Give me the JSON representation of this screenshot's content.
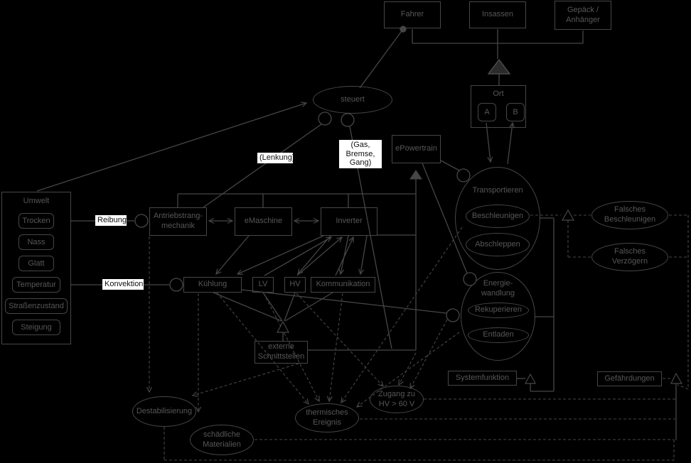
{
  "colors": {
    "background": "#000000",
    "line": "#464646",
    "node_text": "#575757",
    "edge_label_bg": "#ffffff",
    "edge_label_text": "#111111"
  },
  "actors": {
    "fahrer": "Fahrer",
    "insassen": "Insassen",
    "gepaeck_anhaenger": [
      "Gepäck /",
      "Anhänger"
    ]
  },
  "ort": {
    "title": "Ort",
    "option_a": "A",
    "option_b": "B"
  },
  "umwelt": {
    "title": "Umwelt",
    "conditions": [
      "Trocken",
      "Nass",
      "Glatt",
      "Temperatur",
      "Straßenzustand",
      "Steigung"
    ]
  },
  "system": {
    "epowertrain": "ePowertrain",
    "antriebsstrangmechanik": [
      "Antriebstrang-",
      "mechanik"
    ],
    "emaschine": "eMaschine",
    "inverter": "Inverter",
    "kuehlung": "Kühlung",
    "lv": "LV",
    "hv": "HV",
    "kommunikation": "Kommunikation",
    "externe_schnittstellen": [
      "externe",
      "Schnittstellen"
    ],
    "systemfunktion": "Systemfunktion",
    "gefaehrdungen": "Gefährdungen"
  },
  "usecases": {
    "steuert": "steuert",
    "transportieren": "Transportieren",
    "beschleunigen": "Beschleunigen",
    "abschleppen": "Abschleppen",
    "falsches_beschleunigen": [
      "Falsches",
      "Beschleunigen"
    ],
    "falsches_verzoegern": [
      "Falsches",
      "Verzögern"
    ],
    "energiewandlung": [
      "Energie-",
      "wandlung"
    ],
    "rekuperieren": "Rekuperieren",
    "entladen": "Entladen",
    "destabilisierung": "Destabilisierung",
    "schaedliche_materialien": [
      "schädliche",
      "Materialien"
    ],
    "thermisches_ereignis": [
      "thermisches",
      "Ereignis"
    ],
    "zugang_hv": [
      "Zugang zu",
      "HV > 60 V"
    ]
  },
  "edge_labels": {
    "reibung": "Reibung",
    "konvektion": "Konvektion",
    "lenkung": "(Lenkung)",
    "gas_bremse_gang": [
      "(Gas,",
      "Bremse,",
      "Gang)"
    ]
  }
}
